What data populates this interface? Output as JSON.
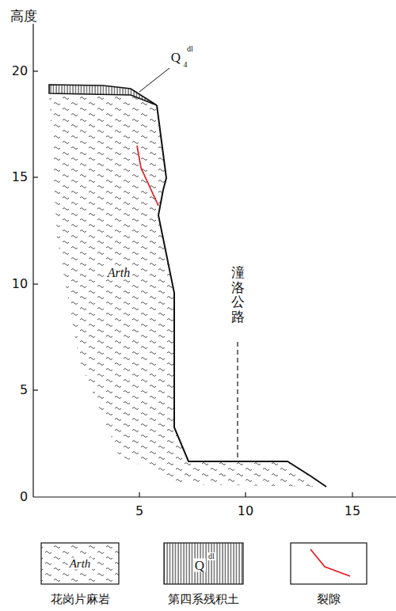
{
  "diagram": {
    "labels": [
      "高度",
      "20",
      "15",
      "10",
      "5",
      "0",
      "5",
      "10",
      "15",
      "Q",
      "4",
      "dl",
      "Arth",
      "潼洛公路",
      "Arth",
      "Q",
      "dl"
    ],
    "legend": [
      {
        "text": "花岗片麻岩"
      },
      {
        "text": "第四系残积土"
      },
      {
        "text": "裂隙"
      }
    ]
  }
}
